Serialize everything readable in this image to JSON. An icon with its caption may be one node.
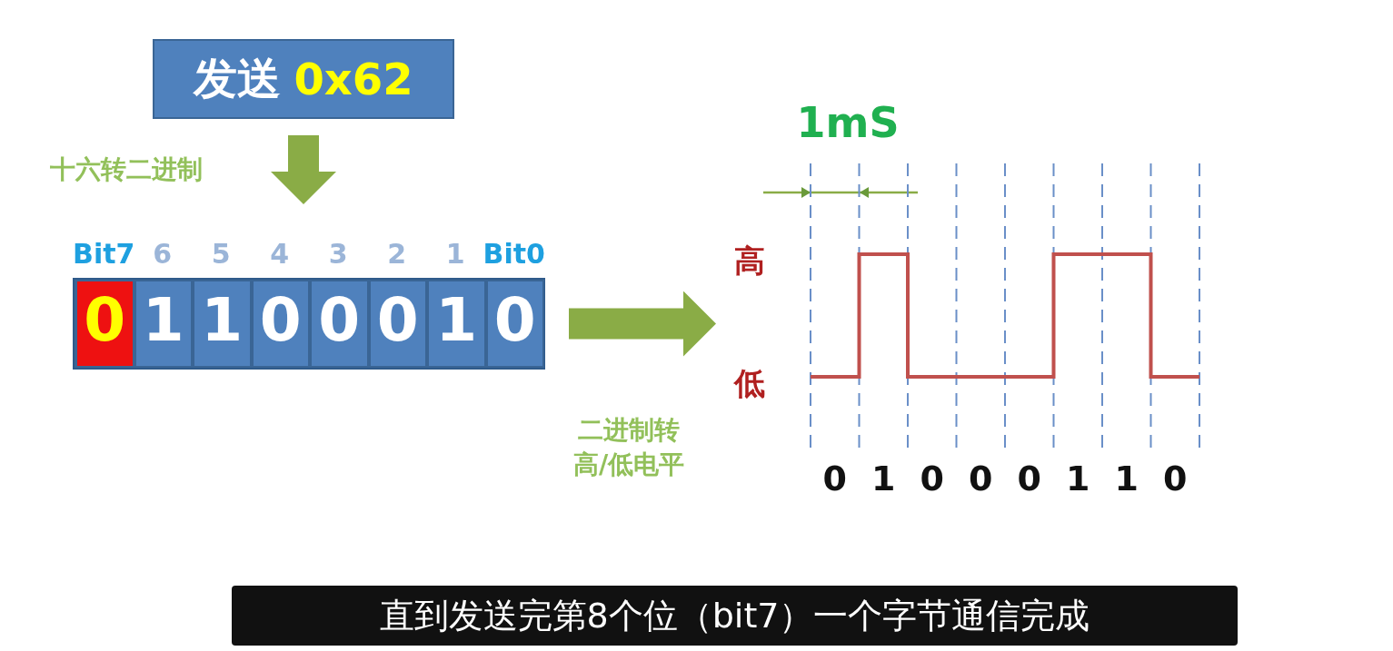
{
  "diagram": {
    "caption": "直到发送完第8个位（bit7）一个字节通信完成",
    "nodes": [
      {
        "text": [
          "发送",
          "0x62"
        ]
      },
      {
        "text": [],
        "shape": "bar"
      },
      {
        "text": [
          "0"
        ],
        "in": 1
      },
      {
        "text": [
          "1"
        ],
        "in": 1
      },
      {
        "text": [
          "1"
        ],
        "in": 1
      },
      {
        "text": [
          "0"
        ],
        "in": 1
      },
      {
        "text": [
          "0"
        ],
        "in": 1
      },
      {
        "text": [
          "0"
        ],
        "in": 1
      },
      {
        "text": [
          "1"
        ],
        "in": 1
      },
      {
        "text": [
          "0"
        ],
        "in": 1
      },
      {
        "text": [
          "高",
          "低"
        ]
      }
    ],
    "edges": [
      {
        "from": 0,
        "to": 1,
        "arrow": "to",
        "label": "十六转二进制"
      },
      {
        "from": 1,
        "to": 10,
        "arrow": "to",
        "label": "二进制转高/低电平"
      }
    ],
    "labels": [
      "Bit7",
      "6",
      "5",
      "4",
      "3",
      "2",
      "1",
      "Bit0",
      "1mS",
      "0",
      "1",
      "0",
      "0",
      "0",
      "1",
      "1",
      "0"
    ]
  }
}
